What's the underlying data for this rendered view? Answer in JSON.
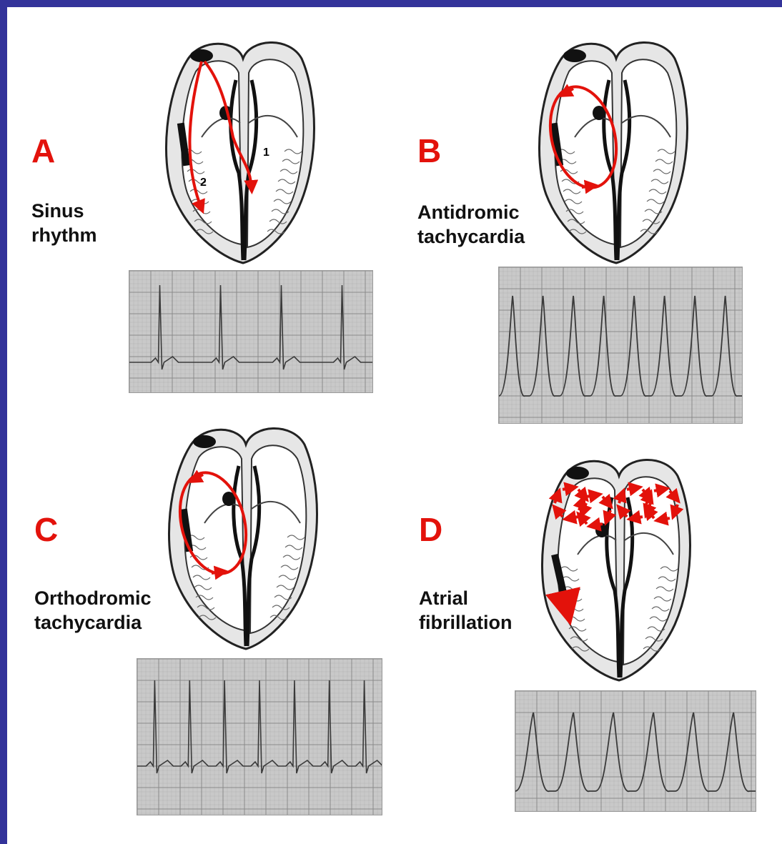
{
  "colors": {
    "frame": "#33339a",
    "accent": "#e3120b",
    "grid": "#c9c9c9",
    "trace": "#3a3a3a"
  },
  "panels": [
    {
      "id": "A",
      "letter": "A",
      "caption_line1": "Sinus",
      "caption_line2": "rhythm",
      "pathway_labels": [
        "1",
        "2"
      ],
      "ecg_beats": 4
    },
    {
      "id": "B",
      "letter": "B",
      "caption_line1": "Antidromic",
      "caption_line2": "tachycardia",
      "ecg_beats": 8
    },
    {
      "id": "C",
      "letter": "C",
      "caption_line1": "Orthodromic",
      "caption_line2": "tachycardia",
      "ecg_beats": 7
    },
    {
      "id": "D",
      "letter": "D",
      "caption_line1": "Atrial",
      "caption_line2": "fibrillation",
      "ecg_beats": 6
    }
  ]
}
